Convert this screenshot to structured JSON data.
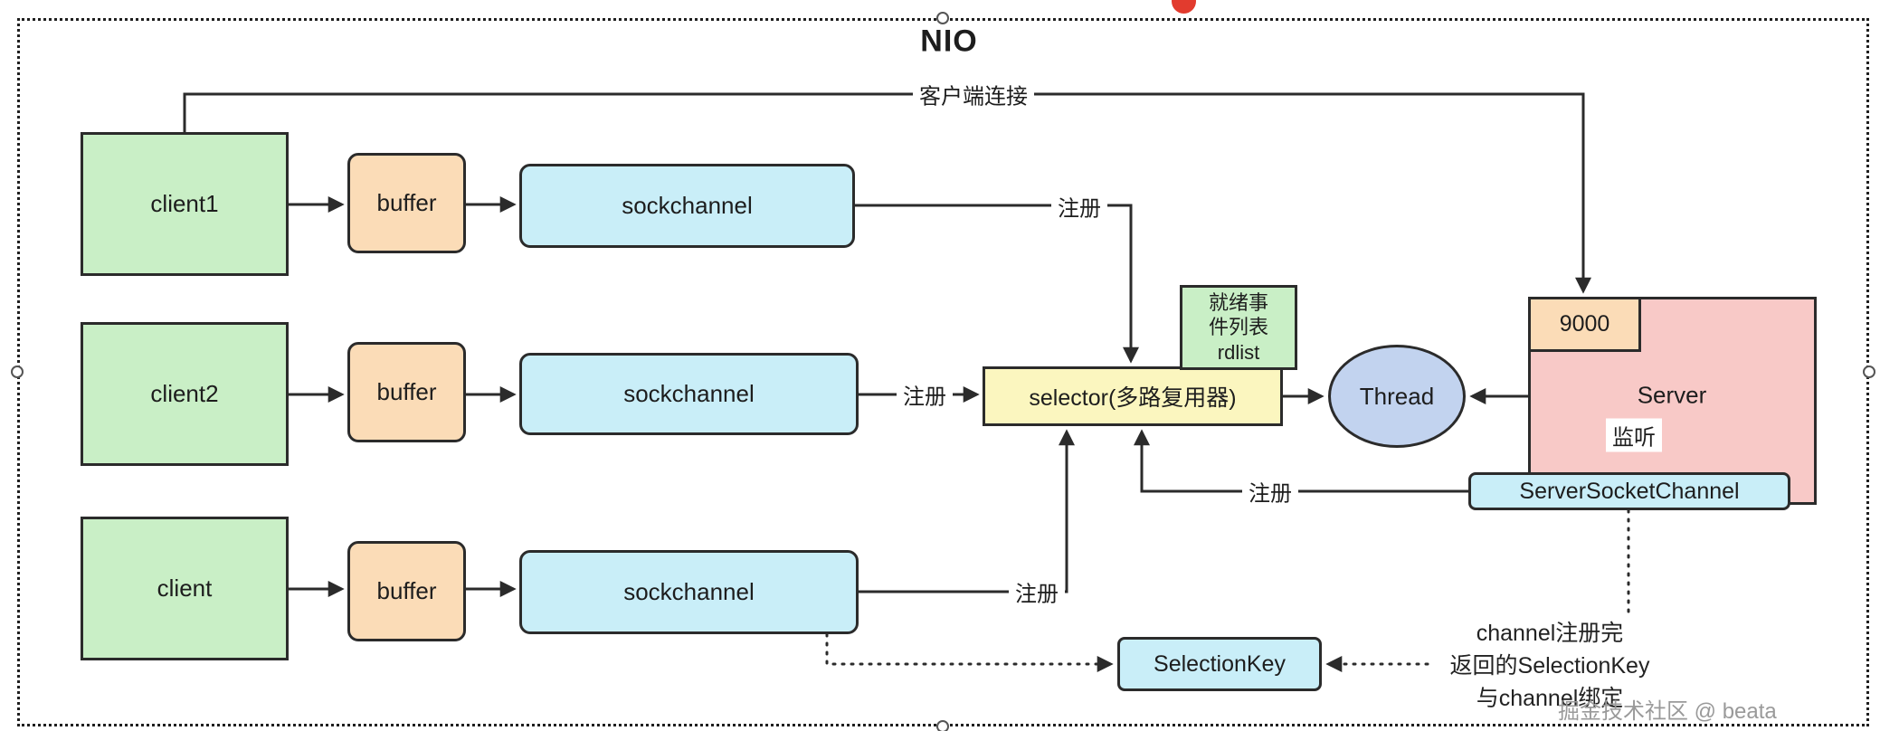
{
  "title": "NIO",
  "nodes": {
    "client1": "client1",
    "client2": "client2",
    "client3": "client",
    "buffer": "buffer",
    "sockchannel": "sockchannel",
    "selector": "selector(多路复用器)",
    "rdlist": "就绪事\n件列表\nrdlist",
    "thread": "Thread",
    "server": "Server",
    "port": "9000",
    "server_socket_channel": "ServerSocketChannel",
    "selection_key": "SelectionKey"
  },
  "labels": {
    "client_connection": "客户端连接",
    "register": "注册",
    "listen": "监听"
  },
  "annotation": {
    "line1": "channel注册完",
    "line2": "返回的SelectionKey",
    "line3": "与channel绑定"
  },
  "watermark": "掘金技术社区 @ beata",
  "colors": {
    "client_fill": "#c9efc6",
    "buffer_fill": "#fbdcb7",
    "channel_fill": "#c9eef8",
    "selector_fill": "#fbf6bf",
    "rdlist_fill": "#c9efc6",
    "thread_fill": "#c2d3ef",
    "server_fill": "#f8c9c7",
    "port_fill": "#fbdcb7",
    "line": "#2b2b2b",
    "red_dot": "#e23b2e"
  }
}
